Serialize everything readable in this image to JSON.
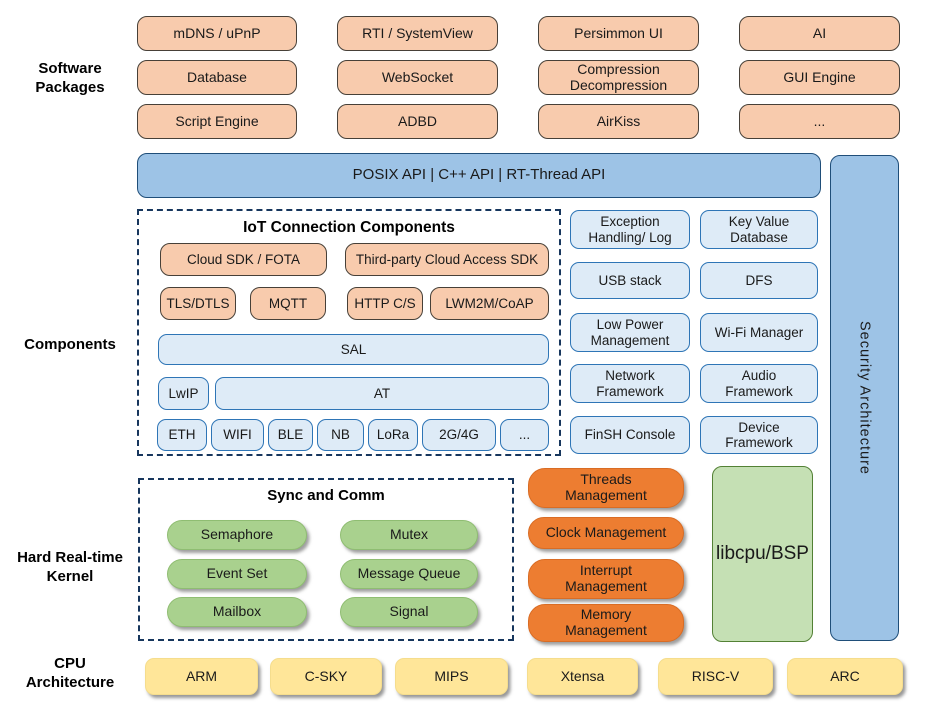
{
  "colors": {
    "package_fill": "#F8CBAD",
    "api_fill": "#9DC3E6",
    "api_border": "#1F4E79",
    "component_fill": "#DEEBF7",
    "component_border": "#2E75B6",
    "sync_fill": "#A9D18E",
    "mgmt_fill": "#ED7D31",
    "libcpu_fill": "#C5E0B4",
    "cpu_fill": "#FFE699",
    "dashed_border": "#17365D"
  },
  "side_labels": {
    "software_packages": "Software\nPackages",
    "components": "Components",
    "kernel": "Hard Real-time\nKernel",
    "cpu": "CPU\nArchitecture"
  },
  "software_packages": {
    "items": [
      "mDNS / uPnP",
      "RTI / SystemView",
      "Persimmon UI",
      "AI",
      "Database",
      "WebSocket",
      "Compression\nDecompression",
      "GUI Engine",
      "Script Engine",
      "ADBD",
      "AirKiss",
      "..."
    ]
  },
  "api_bar": {
    "label": "POSIX API  |  C++ API  |  RT-Thread API"
  },
  "security_bar": {
    "label": "Security Architecture"
  },
  "iot": {
    "title": "IoT Connection Components",
    "cloud_sdk": "Cloud SDK / FOTA",
    "third_party": "Third-party Cloud Access SDK",
    "tls": "TLS/DTLS",
    "mqtt": "MQTT",
    "http": "HTTP C/S",
    "lwm2m": "LWM2M/CoAP",
    "sal": "SAL",
    "lwip": "LwIP",
    "at": "AT",
    "phy": [
      "ETH",
      "WIFI",
      "BLE",
      "NB",
      "LoRa",
      "2G/4G",
      "..."
    ]
  },
  "components_right": {
    "col1": [
      "Exception\nHandling/ Log",
      "USB stack",
      "Low Power\nManagement",
      "Network\nFramework",
      "FinSH Console"
    ],
    "col2": [
      "Key Value\nDatabase",
      "DFS",
      "Wi-Fi Manager",
      "Audio\nFramework",
      "Device\nFramework"
    ]
  },
  "kernel": {
    "sync_title": "Sync and Comm",
    "sync_items": [
      "Semaphore",
      "Mutex",
      "Event Set",
      "Message Queue",
      "Mailbox",
      "Signal"
    ],
    "mgmt_items": [
      "Threads\nManagement",
      "Clock Management",
      "Interrupt\nManagement",
      "Memory\nManagement"
    ],
    "libcpu": "libcpu/BSP"
  },
  "cpu_row": {
    "items": [
      "ARM",
      "C-SKY",
      "MIPS",
      "Xtensa",
      "RISC-V",
      "ARC"
    ]
  }
}
